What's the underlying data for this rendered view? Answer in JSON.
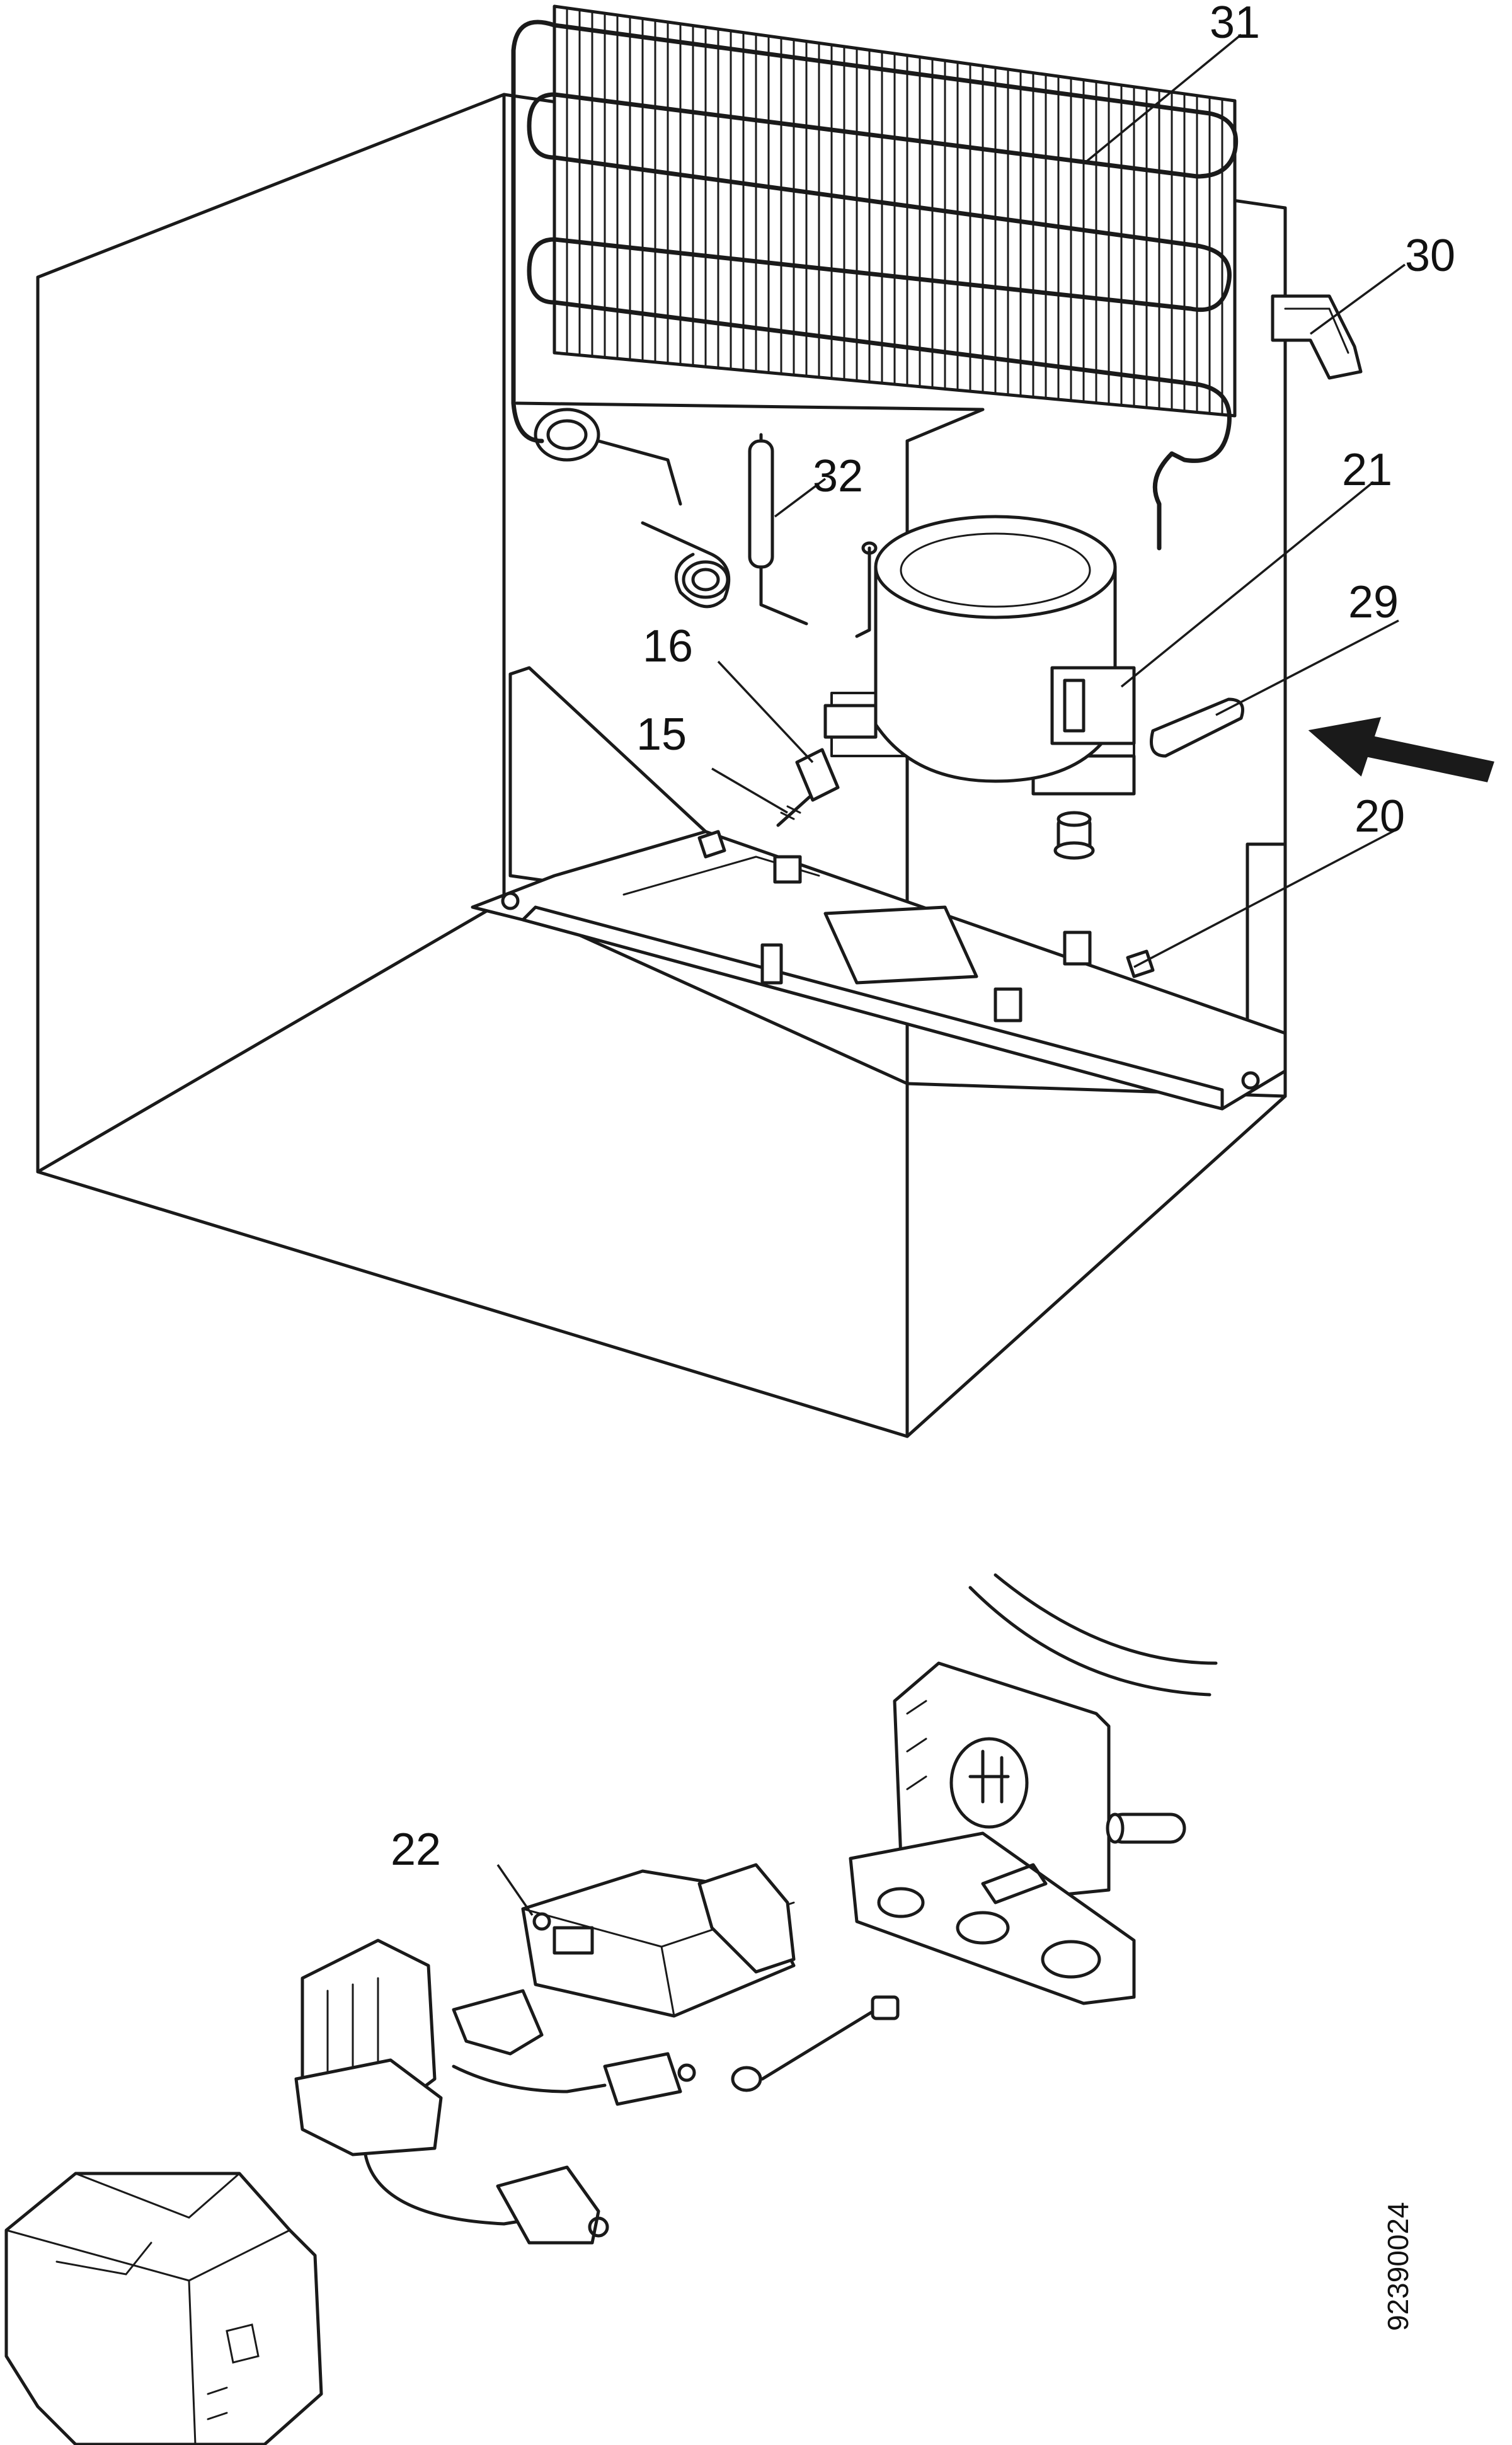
{
  "callouts": {
    "c31": "31",
    "c30": "30",
    "c32": "32",
    "c21": "21",
    "c29": "29",
    "c16": "16",
    "c15": "15",
    "c20": "20",
    "c22": "22"
  },
  "doc_number": "92390024",
  "colors": {
    "ink": "#1a1a1a",
    "paper": "#ffffff"
  }
}
